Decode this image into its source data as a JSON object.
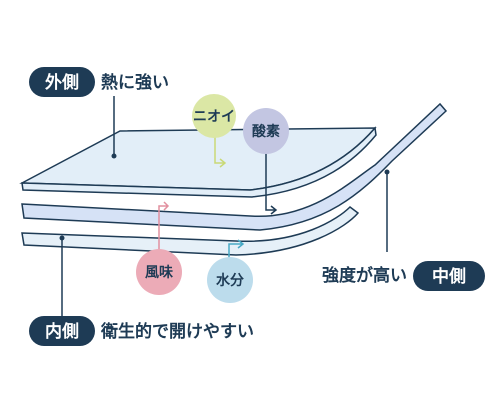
{
  "colors": {
    "navy": "#1e3b55",
    "layer_top": "#e2eef8",
    "layer_middle": "#d6e2f6",
    "layer_bottom": "#e6f0f8",
    "odor": "#dbe7a5",
    "acid": "#c3c6e2",
    "flavor": "#ecabb7",
    "water": "#bcdcec"
  },
  "outer": {
    "badge": "外側",
    "text": "熱に強い"
  },
  "middle": {
    "badge": "中側",
    "text": "強度が高い"
  },
  "inner": {
    "badge": "内側",
    "text": "衛生的で開けやすい"
  },
  "barriers": {
    "odor": "ニオイ",
    "acid": "酸素",
    "flavor": "風味",
    "water": "水分"
  }
}
